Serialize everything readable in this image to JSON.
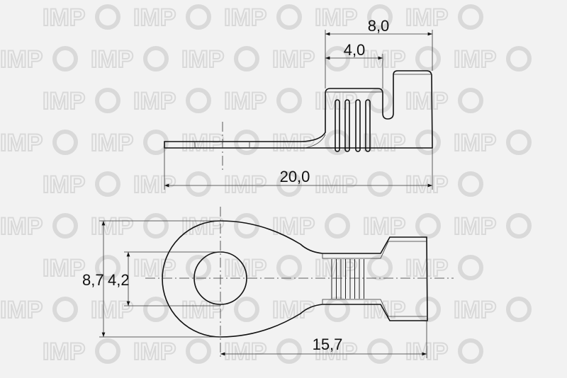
{
  "watermark": {
    "text": "IMP"
  },
  "side_view": {
    "dims": {
      "overall_length": "20,0",
      "crimp_section": "8,0",
      "barrel_length": "4,0"
    }
  },
  "top_view": {
    "dims": {
      "ring_outer_diameter": "8,7",
      "hole_diameter": "4,2",
      "center_to_end": "15,7"
    }
  }
}
